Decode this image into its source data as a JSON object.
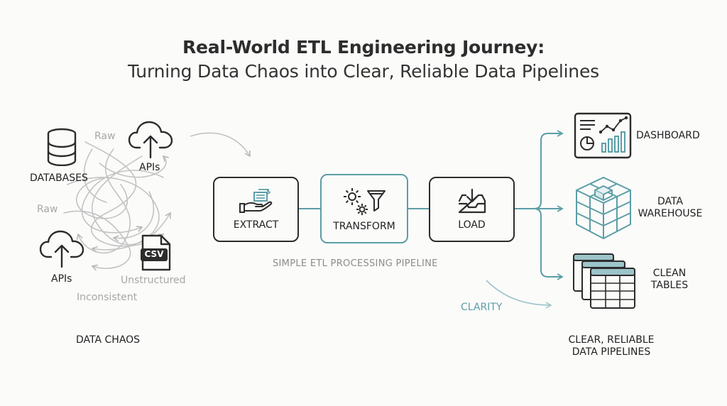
{
  "title": {
    "line1": "Real-World ETL Engineering Journey:",
    "line2": "Turning Data Chaos into Clear, Reliable Data Pipelines"
  },
  "chaos": {
    "databases_label": "DATABASES",
    "apis_top_label": "APIs",
    "apis_bottom_label": "APIs",
    "csv_label": "CSV",
    "raw_top": "Raw",
    "raw_left": "Raw",
    "unstructured": "Unstructured",
    "inconsistent": "Inconsistent",
    "caption": "DATA CHAOS"
  },
  "pipeline": {
    "extract": "EXTRACT",
    "transform": "TRANSFORM",
    "load": "LOAD",
    "caption": "SIMPLE ETL PROCESSING PIPELINE"
  },
  "outputs": {
    "dashboard": "DASHBOARD",
    "warehouse_line1": "DATA",
    "warehouse_line2": "WAREHOUSE",
    "tables_line1": "CLEAN",
    "tables_line2": "TABLES",
    "clarity": "CLARITY",
    "caption_line1": "CLEAR, RELIABLE",
    "caption_line2": "DATA PIPELINES"
  },
  "colors": {
    "teal": "#5c9ea6",
    "dark": "#2c2c2c",
    "faint": "#a7a7a7"
  },
  "icons": [
    "database-icon",
    "cloud-upload-icon",
    "csv-file-icon",
    "hand-data-icon",
    "gears-funnel-icon",
    "inbox-download-icon",
    "dashboard-chart-icon",
    "warehouse-cube-icon",
    "tables-stack-icon"
  ]
}
